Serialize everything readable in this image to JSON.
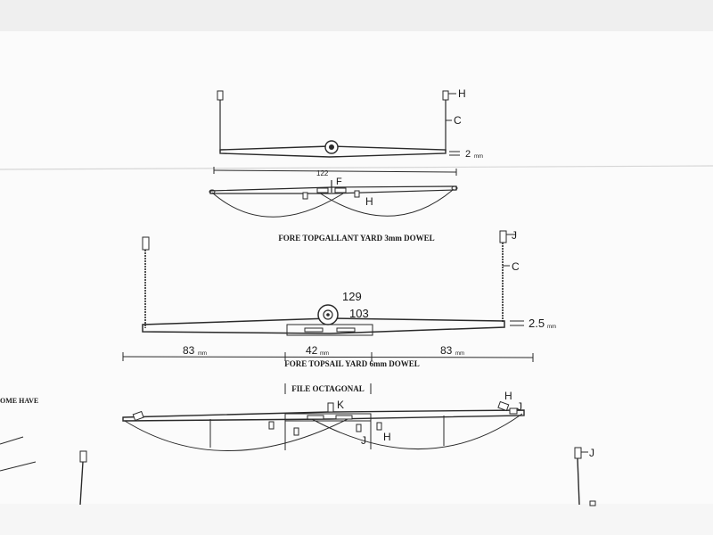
{
  "drawing": {
    "topgallant": {
      "caption": "FORE TOPGALLANT YARD 3mm DOWEL",
      "label_h_top": "H",
      "label_c": "C",
      "label_dim": "2",
      "label_dim_unit": "mm",
      "label_f": "F",
      "label_h_bottom": "H",
      "label_partial_dim": "122"
    },
    "topsail": {
      "caption": "FORE TOPSAIL YARD 6mm DOWEL",
      "label_j_top": "J",
      "label_c": "C",
      "label_129": "129",
      "label_103": "103",
      "label_dim": "2.5",
      "label_dim_unit": "mm",
      "dim_left": "83",
      "dim_center": "42",
      "dim_right": "83",
      "dim_unit": "mm"
    },
    "lower": {
      "note": "FILE OCTAGONAL",
      "label_k": "K",
      "label_j_mid": "J",
      "label_h_mid": "H",
      "label_h_right": "H",
      "label_j_right": "J",
      "label_j_bottom": "J"
    },
    "side_note": "OME HAVE"
  }
}
